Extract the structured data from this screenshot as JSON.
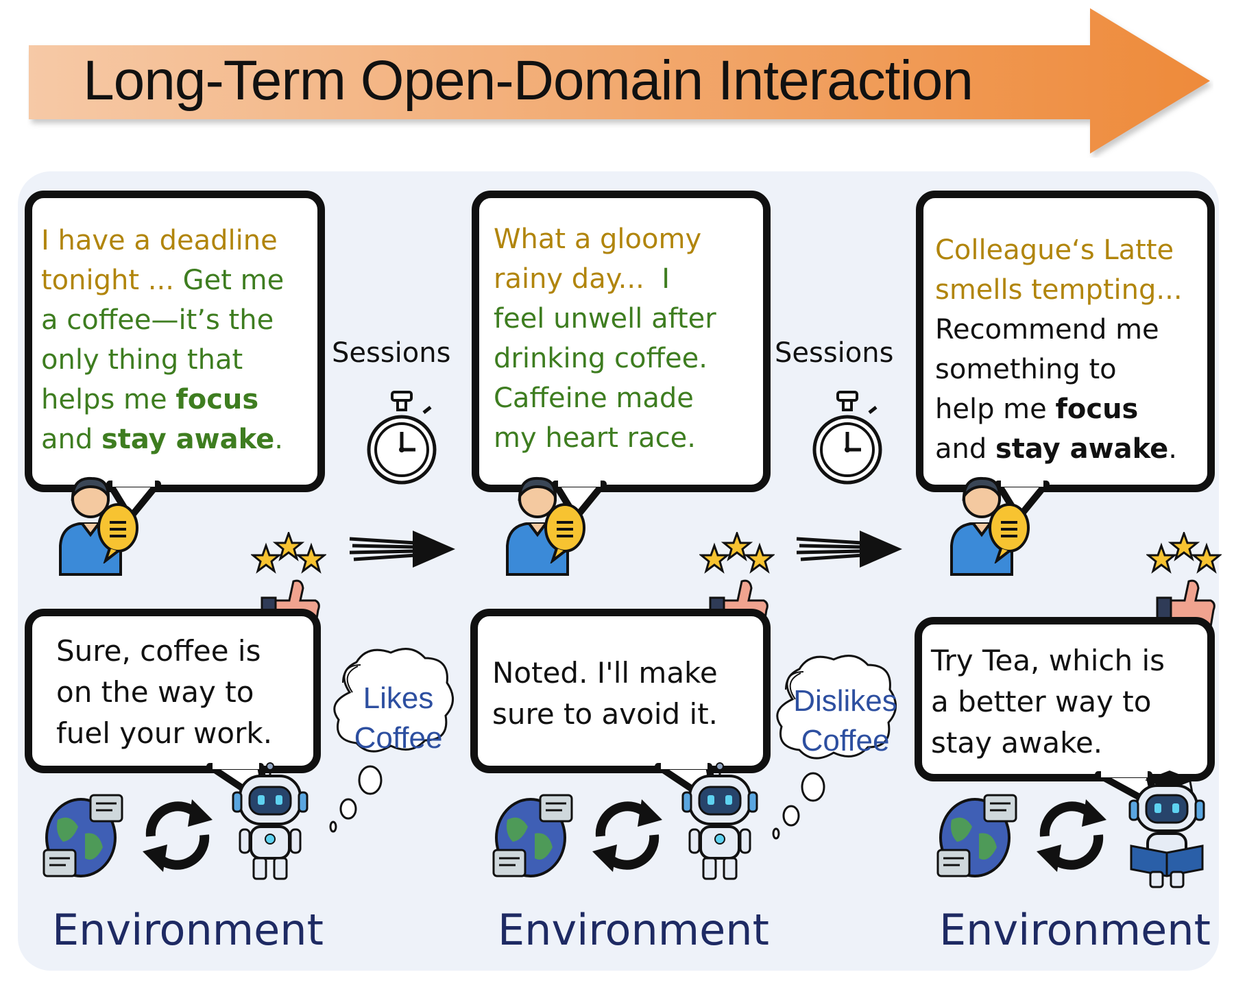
{
  "banner": {
    "title": "Long-Term Open-Domain Interaction",
    "color_start": "#f6c9a6",
    "color_end": "#ee8a3a"
  },
  "colors": {
    "panel": "#eef2f9",
    "user_text_gold": "#b1850c",
    "user_text_green": "#3e7d20",
    "environment": "#1e2a63",
    "thought": "#2d4fa0"
  },
  "icons": [
    "user-icon",
    "chat-bubble-icon",
    "stopwatch-icon",
    "arrow-right-icon",
    "stars-icon",
    "thumbs-up-icon",
    "thought-cloud-icon",
    "globe-icon",
    "refresh-cycle-icon",
    "robot-icon"
  ],
  "sessions": [
    {
      "user_lines": [
        [
          {
            "t": "I have a deadline",
            "c": "gold"
          }
        ],
        [
          {
            "t": "tonight ... ",
            "c": "gold"
          },
          {
            "t": "Get me",
            "c": "green"
          }
        ],
        [
          {
            "t": "a coffee—it’s the",
            "c": "green"
          }
        ],
        [
          {
            "t": "only thing that",
            "c": "green"
          }
        ],
        [
          {
            "t": "helps me ",
            "c": "green"
          },
          {
            "t": "focus",
            "c": "green",
            "b": true
          }
        ],
        [
          {
            "t": "and ",
            "c": "green"
          },
          {
            "t": "stay awake",
            "c": "green",
            "b": true
          },
          {
            "t": ".",
            "c": "green"
          }
        ]
      ],
      "agent_lines": [
        "Sure, coffee is",
        "on the way to",
        "fuel your work."
      ],
      "environment": "Environment"
    },
    {
      "user_lines": [
        [
          {
            "t": "What a gloomy",
            "c": "gold"
          }
        ],
        [
          {
            "t": "rainy day...  ",
            "c": "gold"
          },
          {
            "t": "I",
            "c": "green"
          }
        ],
        [
          {
            "t": "feel unwell after",
            "c": "green"
          }
        ],
        [
          {
            "t": "drinking coffee.",
            "c": "green"
          }
        ],
        [
          {
            "t": "Caffeine made",
            "c": "green"
          }
        ],
        [
          {
            "t": "my heart race.",
            "c": "green"
          }
        ]
      ],
      "agent_lines": [
        "Noted. I'll make",
        "sure to avoid it."
      ],
      "environment": "Environment"
    },
    {
      "user_lines": [
        [
          {
            "t": "Colleague‘s Latte",
            "c": "gold"
          }
        ],
        [
          {
            "t": "smells tempting...",
            "c": "gold"
          }
        ],
        [
          {
            "t": "Recommend me",
            "c": "black"
          }
        ],
        [
          {
            "t": "something to",
            "c": "black"
          }
        ],
        [
          {
            "t": "help me ",
            "c": "black"
          },
          {
            "t": "focus",
            "c": "black",
            "b": true
          }
        ],
        [
          {
            "t": "and ",
            "c": "black"
          },
          {
            "t": "stay awake",
            "c": "black",
            "b": true
          },
          {
            "t": ".",
            "c": "black"
          }
        ]
      ],
      "agent_lines": [
        "Try Tea, which is",
        "a better way to",
        "stay awake."
      ],
      "environment": "Environment"
    }
  ],
  "transitions": [
    {
      "label": "Sessions",
      "thought": [
        "Likes",
        "Coffee"
      ]
    },
    {
      "label": "Sessions",
      "thought": [
        "Dislikes",
        "Coffee"
      ]
    }
  ]
}
